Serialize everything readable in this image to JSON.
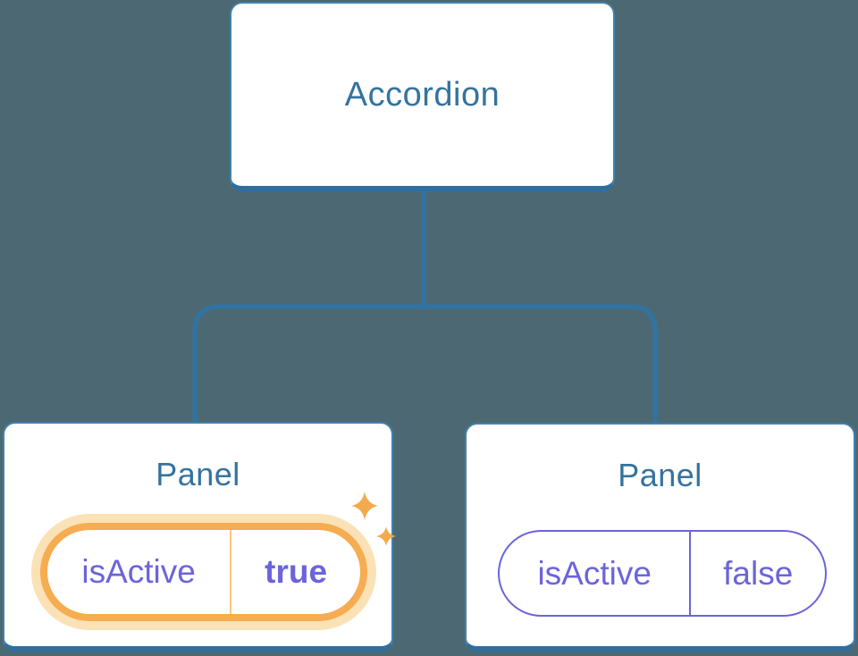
{
  "colors": {
    "background": "#4c6973",
    "connector": "#2f74a4",
    "node_border": "#4180ad",
    "node_border_bottom": "#2f6f9f",
    "node_text": "#35739e",
    "purple": "#6b64da",
    "highlight_orange": "#f6ac50",
    "highlight_glow": "#fbe2b6",
    "highlight_divider": "#f9c97f",
    "sparkle": "#f3aa4d"
  },
  "tree": {
    "root": {
      "label": "Accordion"
    },
    "panels": [
      {
        "title": "Panel",
        "state_name": "isActive",
        "state_value": "true",
        "highlighted": true
      },
      {
        "title": "Panel",
        "state_name": "isActive",
        "state_value": "false",
        "highlighted": false
      }
    ]
  }
}
